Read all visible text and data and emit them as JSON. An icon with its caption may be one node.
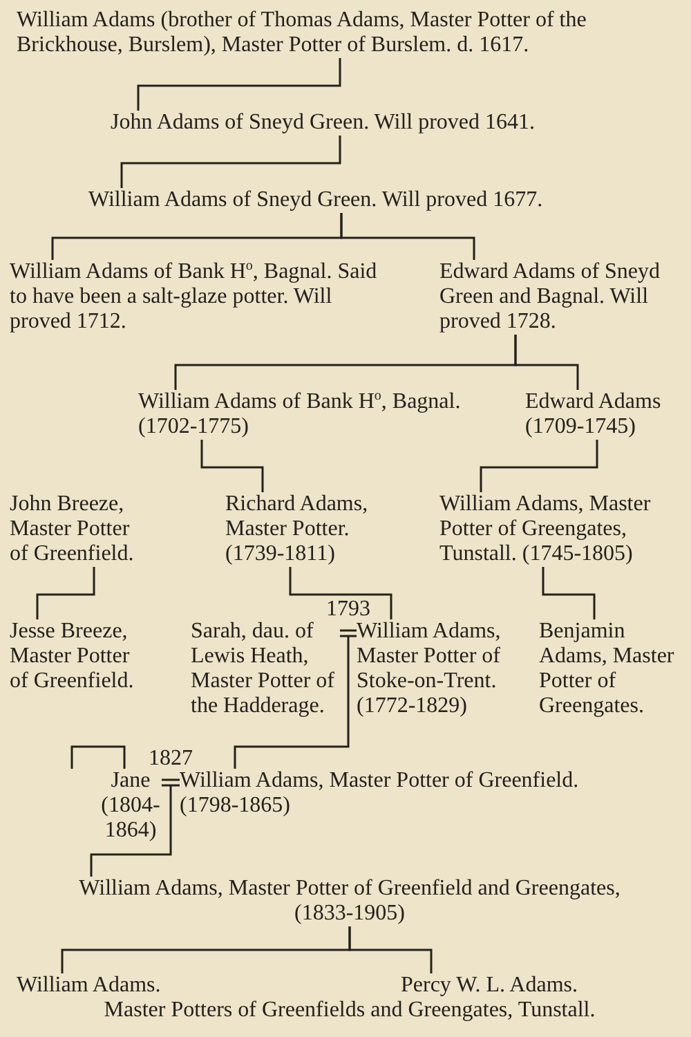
{
  "diagram": {
    "nodes": [
      {
        "text": [
          "William Adams (brother of Thomas Adams, Master Potter of the Brickhouse, Burslem), Master Potter of Burslem. d. 1617."
        ]
      },
      {
        "text": [
          "John Adams of Sneyd Green. Will proved 1641."
        ]
      },
      {
        "text": [
          "William Adams of Sneyd Green. Will proved 1677."
        ]
      },
      {
        "text": [
          "William Adams of Bank H$^{o}$, Bagnal. Said to have been a salt-glaze potter. Will proved 1712."
        ]
      },
      {
        "text": [
          "Edward Adams of Sneyd Green and Bagnal. Will proved 1728."
        ]
      },
      {
        "text": [
          "William Adams of Bank H$^{o}$, Bagnal. (1702-1775)"
        ]
      },
      {
        "text": [
          "Edward Adams (1709-1745)"
        ]
      },
      {
        "text": [
          "John Breeze, Master Potter of Greenfield."
        ]
      },
      {
        "text": [
          "Richard Adams, Master Potter. (1739-1811)"
        ]
      },
      {
        "text": [
          "William Adams, Master Potter of Greengates, Tunstall. (1745-1805)"
        ]
      },
      {
        "text": [
          "Jesse Breeze, Master Potter of Greenfield."
        ]
      },
      {
        "text": [
          "Sarah, dau. of Lewis Heath, Master Potter of the Hadderage."
        ]
      },
      {
        "text": [
          "William Adams, Master Potter of Stoke-on-Trent. (1772-1829)"
        ]
      },
      {
        "text": [
          "Benjamin Adams, Master Potter of Greengates."
        ]
      },
      {
        "text": [
          "Jane (1804-1864)"
        ]
      },
      {
        "text": [
          "William Adams, Master Potter of Greenfield. (1798-1865)"
        ]
      },
      {
        "text": [
          "William Adams, Master Potter of Greenfield and Greengates, (1833-1905)"
        ]
      },
      {
        "text": [
          "William Adams."
        ]
      },
      {
        "text": [
          "Percy W. L. Adams."
        ]
      }
    ],
    "edges": [
      {
        "from": 0,
        "to": 1,
        "arrow": "none"
      },
      {
        "from": 1,
        "to": 2,
        "arrow": "none"
      },
      {
        "from": 2,
        "to": 3,
        "arrow": "none"
      },
      {
        "from": 2,
        "to": 4,
        "arrow": "none"
      },
      {
        "from": 4,
        "to": 5,
        "arrow": "none"
      },
      {
        "from": 4,
        "to": 6,
        "arrow": "none"
      },
      {
        "from": 5,
        "to": 8,
        "arrow": "none"
      },
      {
        "from": 6,
        "to": 9,
        "arrow": "none"
      },
      {
        "from": 7,
        "to": 10,
        "arrow": "none"
      },
      {
        "from": 8,
        "to": 12,
        "arrow": "none"
      },
      {
        "from": 9,
        "to": 13,
        "arrow": "none"
      },
      {
        "from": 11,
        "to": 12,
        "arrow": "none",
        "label": "1793"
      },
      {
        "from": 11,
        "to": 15,
        "arrow": "none"
      },
      {
        "from": 12,
        "to": 15,
        "arrow": "none"
      },
      {
        "from": null,
        "to": 14,
        "arrow": "none"
      },
      {
        "from": 14,
        "to": 15,
        "arrow": "none",
        "label": "1827"
      },
      {
        "from": 14,
        "to": 16,
        "arrow": "none"
      },
      {
        "from": 15,
        "to": 16,
        "arrow": "none"
      },
      {
        "from": 16,
        "to": 17,
        "arrow": "none"
      },
      {
        "from": 16,
        "to": 18,
        "arrow": "none"
      }
    ],
    "labels": [
      "Master Potters of Greenfields and Greengates, Tunstall."
    ]
  }
}
